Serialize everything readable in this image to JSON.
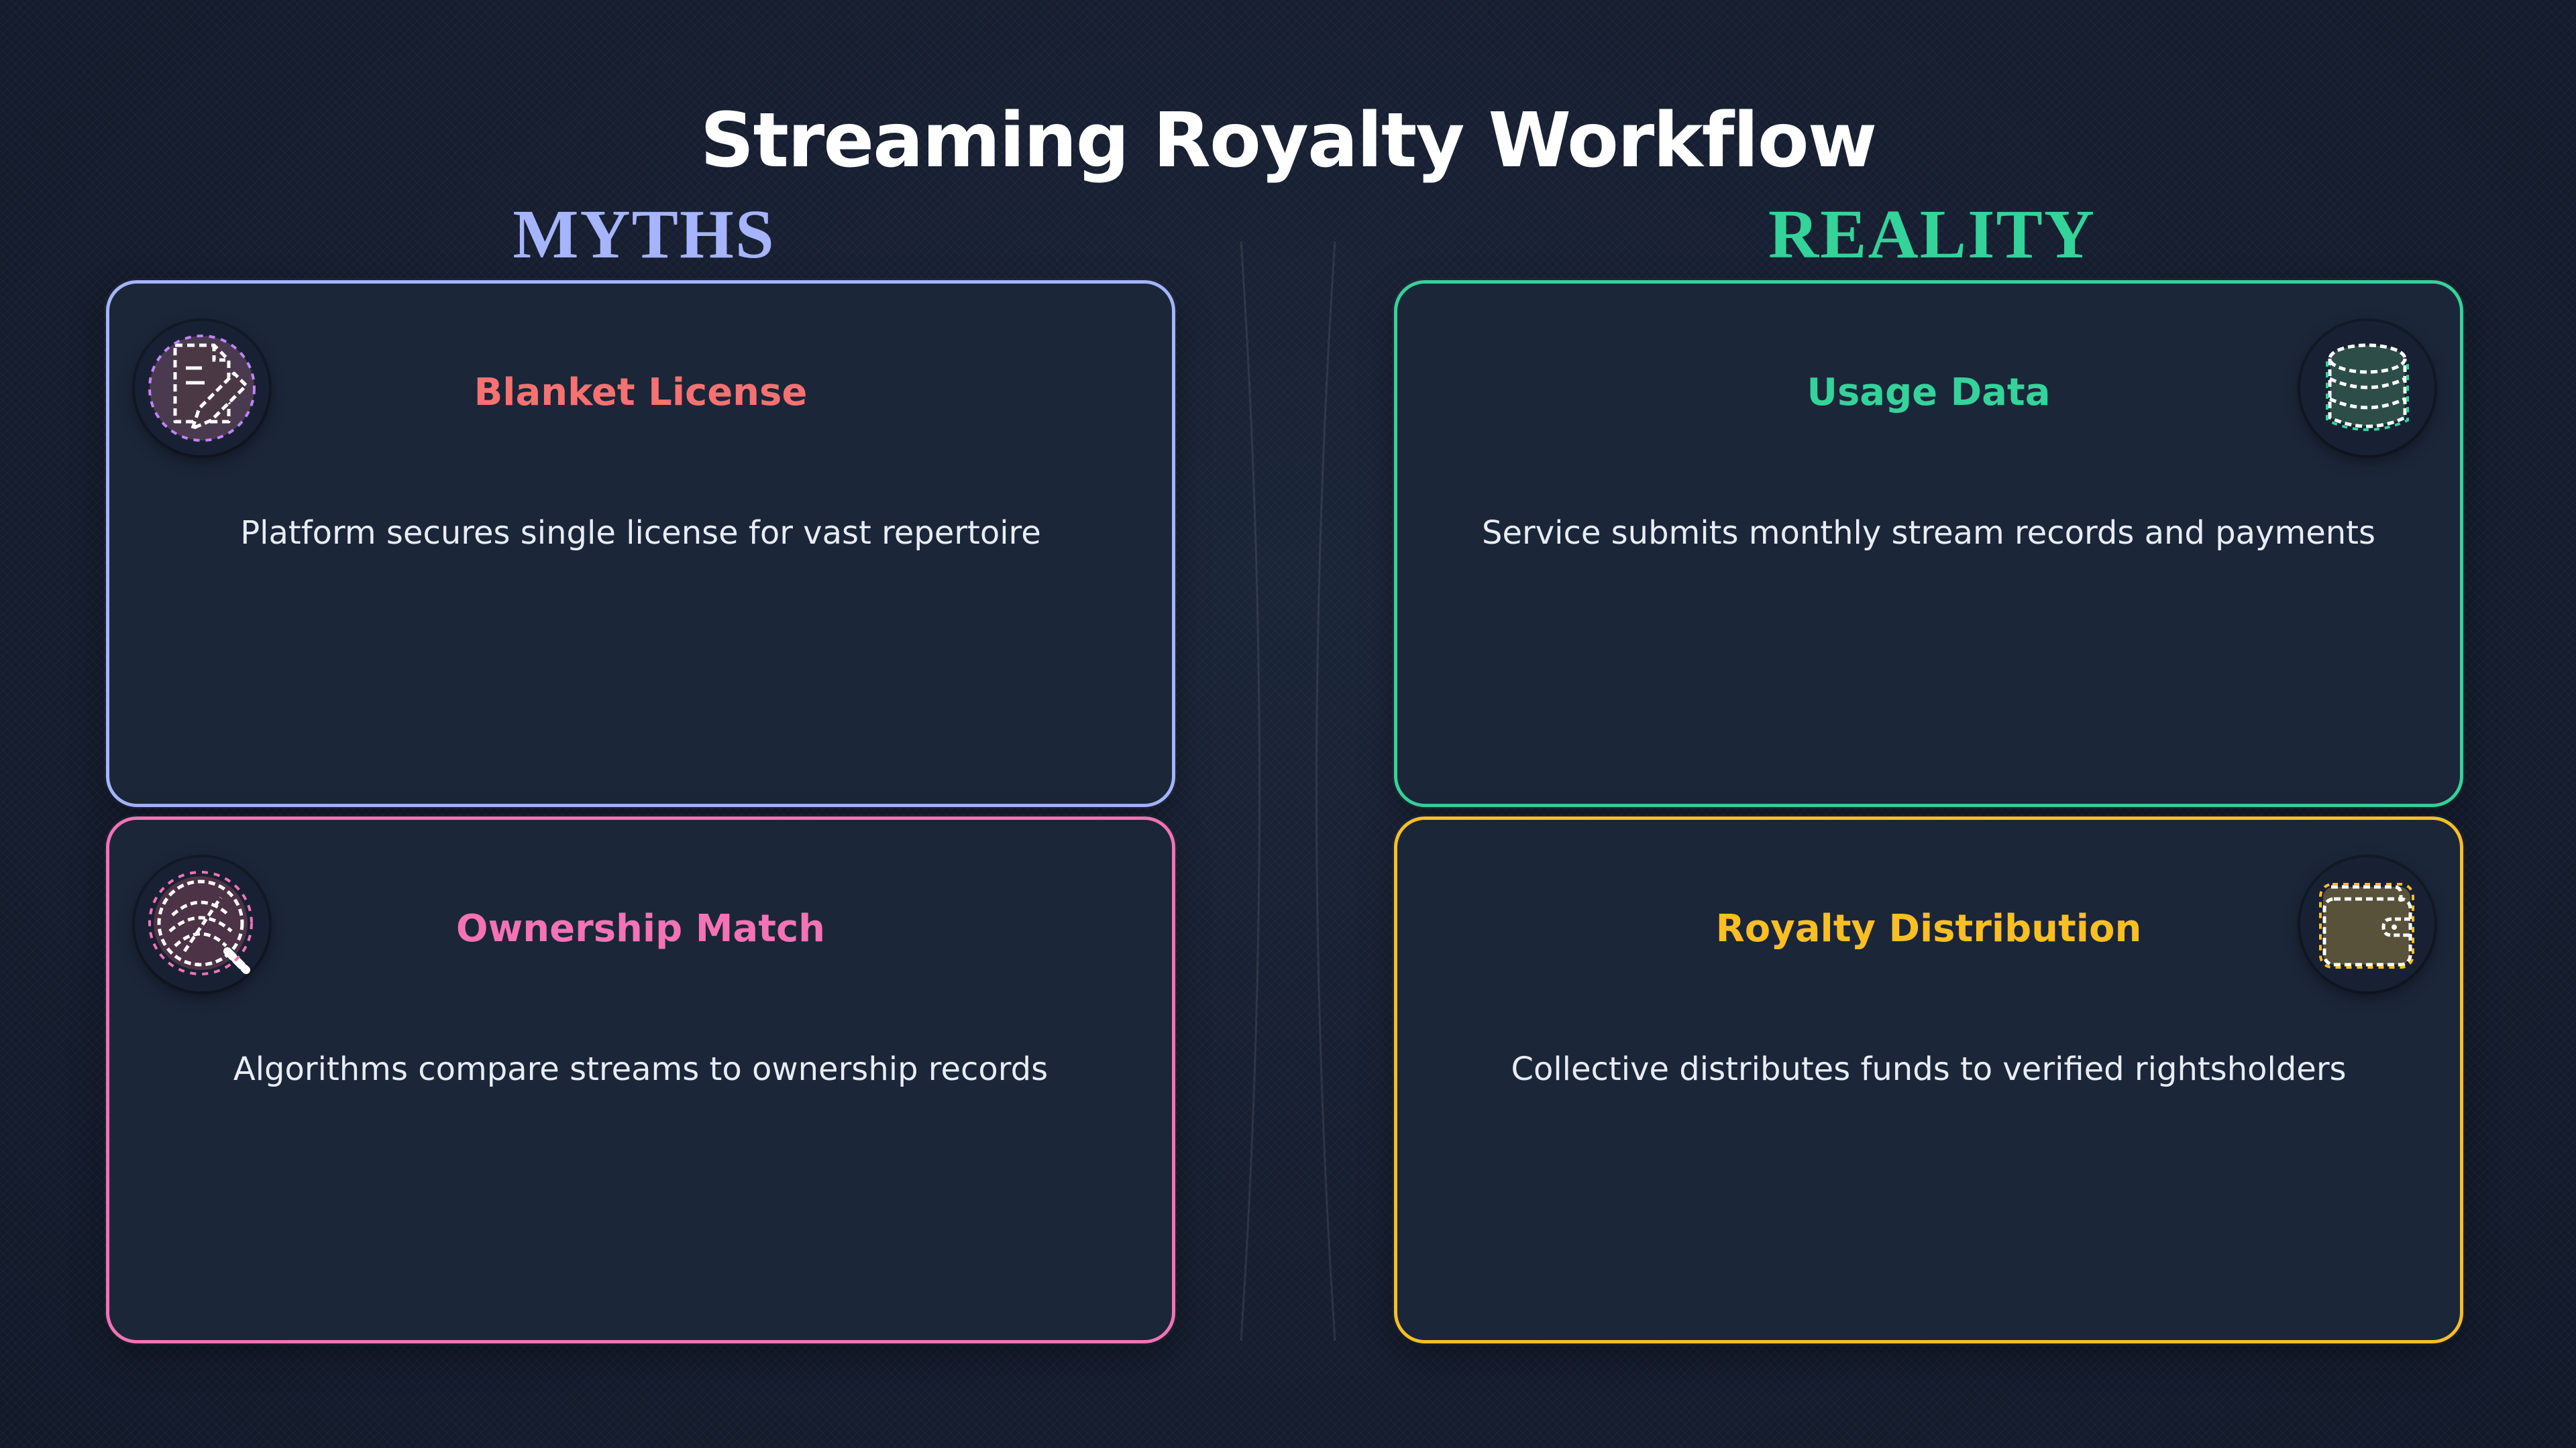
{
  "title": "Streaming Royalty Workflow",
  "columns": {
    "myths": {
      "label": "MYTHS",
      "color": "#a5b4fc"
    },
    "reality": {
      "label": "REALITY",
      "color": "#34d399"
    }
  },
  "cards": [
    {
      "title": "Blanket License",
      "description": "Platform secures single license for vast repertoire",
      "border_color": "#a5b4fc",
      "title_color": "#f87171",
      "icon": "document-pen-icon"
    },
    {
      "title": "Ownership Match",
      "description": "Algorithms compare streams to ownership records",
      "border_color": "#f472b6",
      "title_color": "#f472b6",
      "icon": "fingerprint-search-icon"
    },
    {
      "title": "Usage Data",
      "description": "Service submits monthly stream records and payments",
      "border_color": "#34d399",
      "title_color": "#34d399",
      "icon": "database-icon"
    },
    {
      "title": "Royalty Distribution",
      "description": "Collective distributes funds to verified rightsholders",
      "border_color": "#fbbf24",
      "title_color": "#fbbf24",
      "icon": "wallet-icon"
    }
  ]
}
